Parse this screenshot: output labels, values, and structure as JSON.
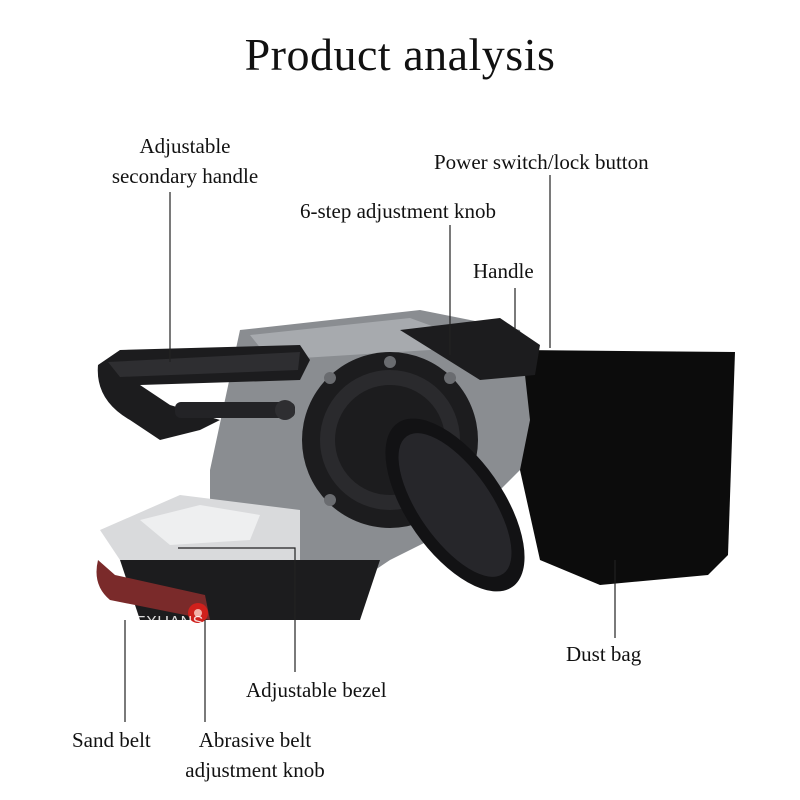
{
  "title": "Product analysis",
  "labels": {
    "secondary_handle_line1": "Adjustable",
    "secondary_handle_line2": "secondary handle",
    "power_switch": "Power switch/lock button",
    "knob6": "6-step adjustment knob",
    "handle": "Handle",
    "dust_bag": "Dust bag",
    "bezel": "Adjustable bezel",
    "sand_belt": "Sand belt",
    "abrasive_line1": "Abrasive belt",
    "abrasive_line2": "adjustment knob"
  },
  "watermark": "EXUANS",
  "colors": {
    "body_grey": "#8a8d91",
    "dark": "#1c1c1e",
    "bag": "#0c0c0c",
    "belt": "#7a2a2a",
    "knob_red": "#d0201c"
  }
}
